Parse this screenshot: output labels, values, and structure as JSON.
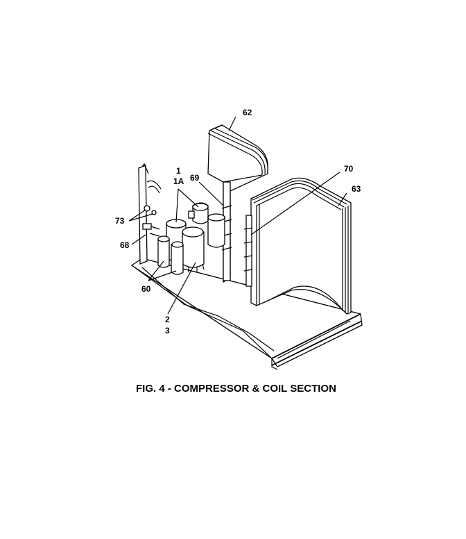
{
  "figure": {
    "caption": "FIG. 4 - COMPRESSOR & COIL SECTION",
    "callouts": {
      "c62": "62",
      "c1": "1",
      "c1a": "1A",
      "c69": "69",
      "c70": "70",
      "c63": "63",
      "c73": "73",
      "c68": "68",
      "c60": "60",
      "c2": "2",
      "c3": "3"
    }
  }
}
